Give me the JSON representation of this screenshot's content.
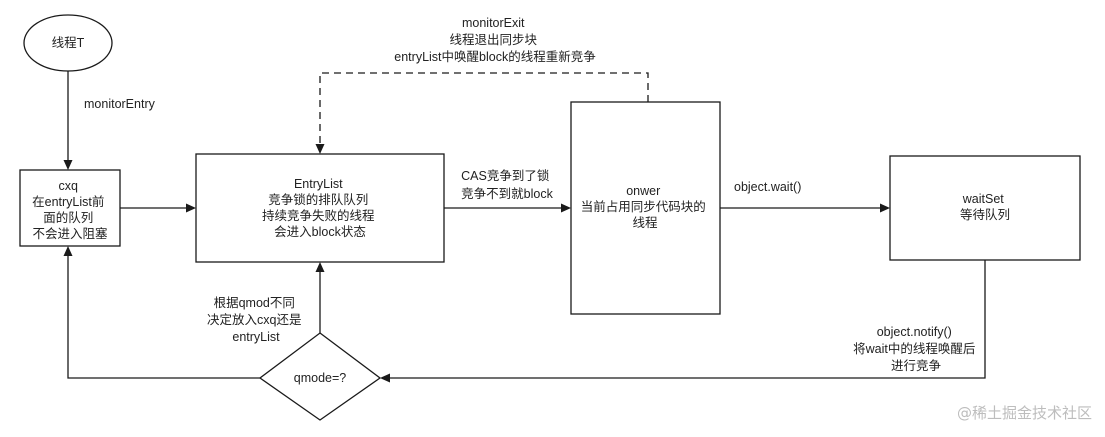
{
  "nodes": {
    "thread_t": "线程T",
    "cxq": [
      "cxq",
      "在entryList前",
      "面的队列",
      "不会进入阻塞"
    ],
    "entry_list": [
      "EntryList",
      "竞争锁的排队队列",
      "持续竞争失败的线程",
      "会进入block状态"
    ],
    "owner": [
      "onwer",
      "当前占用同步代码块的",
      "线程"
    ],
    "wait_set": [
      "waitSet",
      "等待队列"
    ],
    "qmode": "qmode=?"
  },
  "edges": {
    "monitor_entry": "monitorEntry",
    "cas": [
      "CAS竞争到了锁",
      "竞争不到就block"
    ],
    "monitor_exit": [
      "monitorExit",
      "线程退出同步块",
      "entryList中唤醒block的线程重新竞争"
    ],
    "object_wait": "object.wait()",
    "object_notify": [
      "object.notify()",
      "将wait中的线程唤醒后",
      "进行竞争"
    ],
    "qmod_decide": [
      "根据qmod不同",
      "决定放入cxq还是",
      "entryList"
    ]
  },
  "watermark": "@稀土掘金技术社区"
}
